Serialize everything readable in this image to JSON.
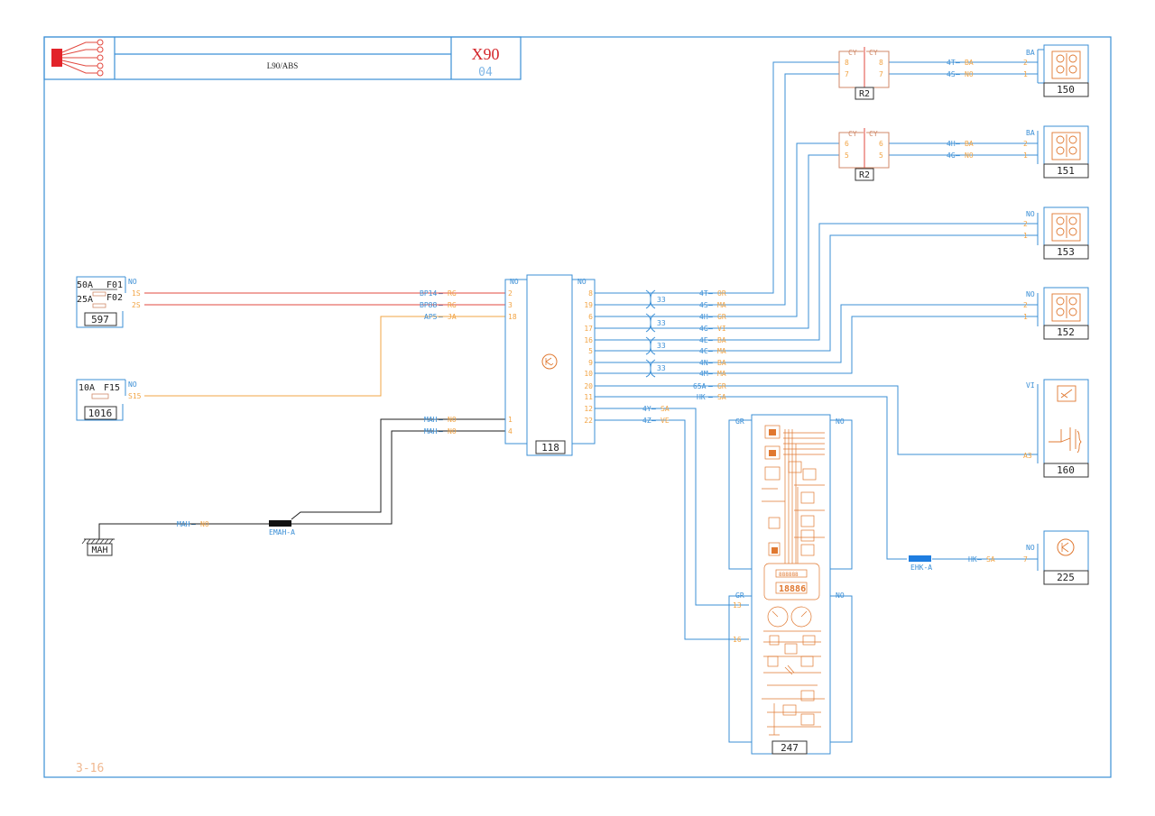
{
  "colors": {
    "frame": "#3b8fd6",
    "wire_blue": "#3b8fd6",
    "wire_red": "#e2483f",
    "wire_orange": "#f2a444",
    "wire_black": "#1e1e1e",
    "orange_text": "#e07830",
    "grey_text": "#d08a6a",
    "title_red": "#d4252a",
    "connector_blue": "#1e7de0",
    "connector_black": "#111111"
  },
  "title_block": {
    "title": "L90/ABS",
    "code": "X90",
    "sheet": "04",
    "page_ref": "3-16",
    "logo": "connector-harness-logo"
  },
  "fusebox_597": {
    "id": "597",
    "fuse1": "50A",
    "fuse1_ref": "F01",
    "fuse2": "25A",
    "fuse2_ref": "F02",
    "color": "NO",
    "pins": [
      "1S",
      "2S"
    ]
  },
  "fusebox_1016": {
    "id": "1016",
    "fuse": "10A",
    "fuse_ref": "F15",
    "color": "NO",
    "pin": "S15"
  },
  "ground": {
    "label": "MAH",
    "wire": "MAH",
    "wire_color": "NO",
    "connector": "EMAH-A"
  },
  "abs_118": {
    "id": "118",
    "left_color": "NO",
    "right_color": "NO",
    "left_wires": [
      {
        "wire": "BP14",
        "color": "RG",
        "pin": "2"
      },
      {
        "wire": "BP88",
        "color": "RG",
        "pin": "3"
      },
      {
        "wire": "AP5",
        "color": "JA",
        "pin": "18"
      },
      {
        "wire": "MAH",
        "color": "NO",
        "pin": "1"
      },
      {
        "wire": "MAH",
        "color": "NO",
        "pin": "4"
      }
    ],
    "right_pins": [
      "8",
      "19",
      "6",
      "17",
      "16",
      "5",
      "9",
      "10",
      "20",
      "11",
      "12",
      "22"
    ],
    "twist_label": "33"
  },
  "right_wires": [
    {
      "wire": "4T",
      "color": "OR"
    },
    {
      "wire": "4S",
      "color": "MA"
    },
    {
      "wire": "4H",
      "color": "GR"
    },
    {
      "wire": "4G",
      "color": "VI"
    },
    {
      "wire": "4E",
      "color": "BA"
    },
    {
      "wire": "4C",
      "color": "MA"
    },
    {
      "wire": "4N",
      "color": "BA"
    },
    {
      "wire": "4M",
      "color": "MA"
    },
    {
      "wire": "65A",
      "color": "GR"
    },
    {
      "wire": "HK",
      "color": "SA"
    },
    {
      "wire": "4Y",
      "color": "SA"
    },
    {
      "wire": "4Z",
      "color": "VE"
    }
  ],
  "relay_r2_top": {
    "id": "R2",
    "left": "CY",
    "right": "CY",
    "left_pins": [
      "8",
      "7"
    ],
    "right_pins": [
      "8",
      "7"
    ]
  },
  "relay_r2_mid": {
    "id": "R2",
    "left": "CY",
    "right": "CY",
    "left_pins": [
      "6",
      "5"
    ],
    "right_pins": [
      "6",
      "5"
    ]
  },
  "sensor_150": {
    "id": "150",
    "color": "BA",
    "pins": [
      "2",
      "1"
    ],
    "w1": "4T",
    "c1": "BA",
    "w2": "4S",
    "c2": "NO"
  },
  "sensor_151": {
    "id": "151",
    "color": "BA",
    "pins": [
      "2",
      "1"
    ],
    "w1": "4H",
    "c1": "BA",
    "w2": "4G",
    "c2": "NO"
  },
  "sensor_153": {
    "id": "153",
    "color": "NO",
    "pins": [
      "2",
      "1"
    ]
  },
  "sensor_152": {
    "id": "152",
    "color": "NO",
    "pins": [
      "2",
      "1"
    ]
  },
  "switch_160": {
    "id": "160",
    "color": "VI",
    "pin": "A3"
  },
  "diag_225": {
    "id": "225",
    "color": "NO",
    "pin": "7",
    "wire": "HK",
    "wire_color": "SA",
    "connector": "EHK-A"
  },
  "cluster_247": {
    "id": "247",
    "top_left": "GR",
    "top_right": "NO",
    "bottom_left": "GR",
    "bottom_right": "NO",
    "pins": [
      "13",
      "16"
    ],
    "display_text": "18886",
    "display_top": "888888"
  }
}
